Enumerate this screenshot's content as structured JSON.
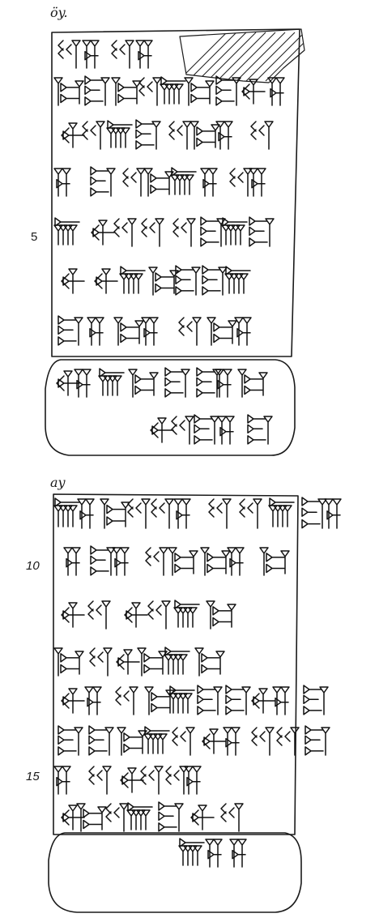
{
  "obverse": {
    "label": "öy.",
    "line_numbers": [
      "5"
    ]
  },
  "reverse": {
    "label": "ay",
    "line_numbers": [
      "10",
      "15"
    ]
  },
  "colors": {
    "ink": "#111111",
    "paper": "#ffffff"
  }
}
